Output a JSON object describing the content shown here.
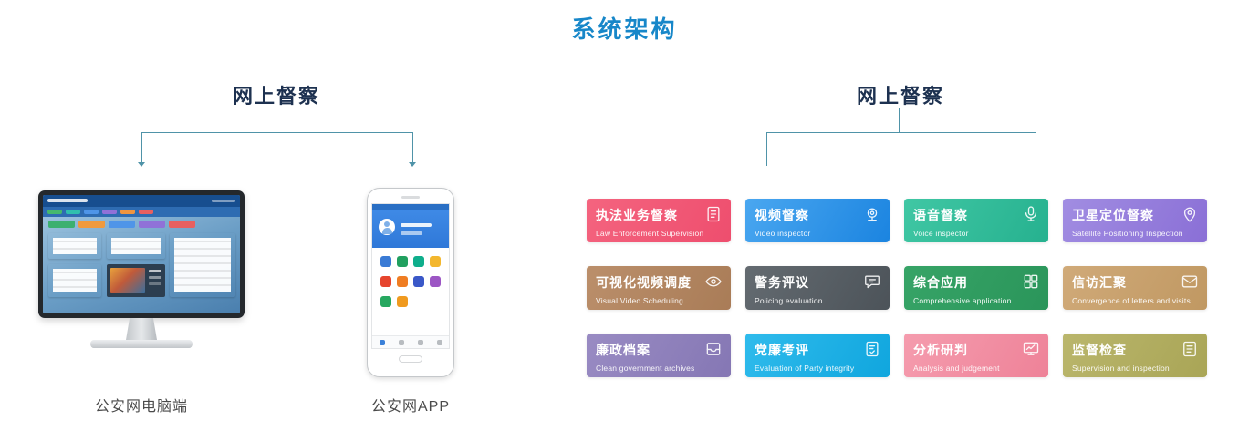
{
  "page": {
    "title": "系统架构"
  },
  "left_section": {
    "heading": "网上督察",
    "pc_label": "公安网电脑端",
    "app_label": "公安网APP"
  },
  "right_section": {
    "heading": "网上督察",
    "cards": [
      {
        "title": "执法业务督察",
        "subtitle": "Law Enforcement Supervision",
        "icon": "register-icon",
        "color_start": "#f4647f",
        "color_end": "#ee4e6e"
      },
      {
        "title": "视频督察",
        "subtitle": "Video inspector",
        "icon": "video-camera-icon",
        "color_start": "#4aa7f0",
        "color_end": "#1b84e0"
      },
      {
        "title": "语音督察",
        "subtitle": "Voice inspector",
        "icon": "microphone-icon",
        "color_start": "#40c7a4",
        "color_end": "#26b18f"
      },
      {
        "title": "卫星定位督察",
        "subtitle": "Satellite Positioning Inspection",
        "icon": "location-pin-icon",
        "color_start": "#a18de2",
        "color_end": "#8a6fd6"
      },
      {
        "title": "可视化视频调度",
        "subtitle": "Visual Video Scheduling",
        "icon": "eye-icon",
        "color_start": "#bb8f6b",
        "color_end": "#a97c57"
      },
      {
        "title": "警务评议",
        "subtitle": "Policing evaluation",
        "icon": "chat-bubble-icon",
        "color_start": "#646b71",
        "color_end": "#4c5359"
      },
      {
        "title": "综合应用",
        "subtitle": "Comprehensive application",
        "icon": "grid-icon",
        "color_start": "#37a467",
        "color_end": "#2a955a"
      },
      {
        "title": "信访汇聚",
        "subtitle": "Convergence of letters and visits",
        "icon": "envelope-icon",
        "color_start": "#d0aa79",
        "color_end": "#c09862"
      },
      {
        "title": "廉政档案",
        "subtitle": "Clean government archives",
        "icon": "archive-icon",
        "color_start": "#998bc3",
        "color_end": "#8577b4"
      },
      {
        "title": "党廉考评",
        "subtitle": "Evaluation of Party integrity",
        "icon": "file-check-icon",
        "color_start": "#2fbbec",
        "color_end": "#10a6de"
      },
      {
        "title": "分析研判",
        "subtitle": "Analysis and judgement",
        "icon": "monitor-chart-icon",
        "color_start": "#f59cae",
        "color_end": "#ee8298"
      },
      {
        "title": "监督检查",
        "subtitle": "Supervision and inspection",
        "icon": "checklist-icon",
        "color_start": "#bab66c",
        "color_end": "#a9a556"
      }
    ]
  }
}
